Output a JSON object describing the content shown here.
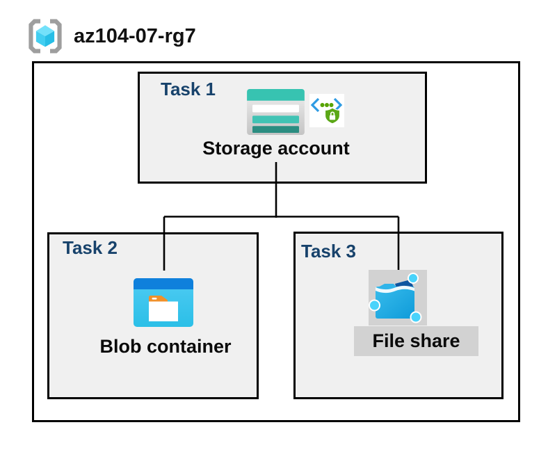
{
  "header": {
    "title": "az104-07-rg7",
    "icon": "resource-group-icon"
  },
  "tasks": [
    {
      "label": "Task 1",
      "caption": "Storage account",
      "icons": [
        "storage-account-icon",
        "secure-access-icon"
      ]
    },
    {
      "label": "Task 2",
      "caption": "Blob container",
      "icons": [
        "blob-container-icon"
      ]
    },
    {
      "label": "Task 3",
      "caption": "File share",
      "icons": [
        "file-share-icon"
      ]
    }
  ],
  "colors": {
    "task_label_navy": "#17426b",
    "box_fill_gray": "#f0f0f0",
    "highlight_gray": "#d2d2d2",
    "connector_black": "#000000",
    "storage_teal": "#37c3b1",
    "storage_teal_dark": "#2b8d81",
    "blob_header_blue": "#0f80dc",
    "blob_body_cyan": "#3cc5ef",
    "blob_tab_orange": "#f0912b",
    "file_share_cyan": "#22abe2",
    "file_share_flap_navy": "#0e55a0",
    "node_cyan": "#49d3fb",
    "chevron_blue": "#2e9be3",
    "shield_green": "#57a300",
    "cube_light_blue": "#73e1fa",
    "bracket_gray": "#9e9e9e"
  }
}
